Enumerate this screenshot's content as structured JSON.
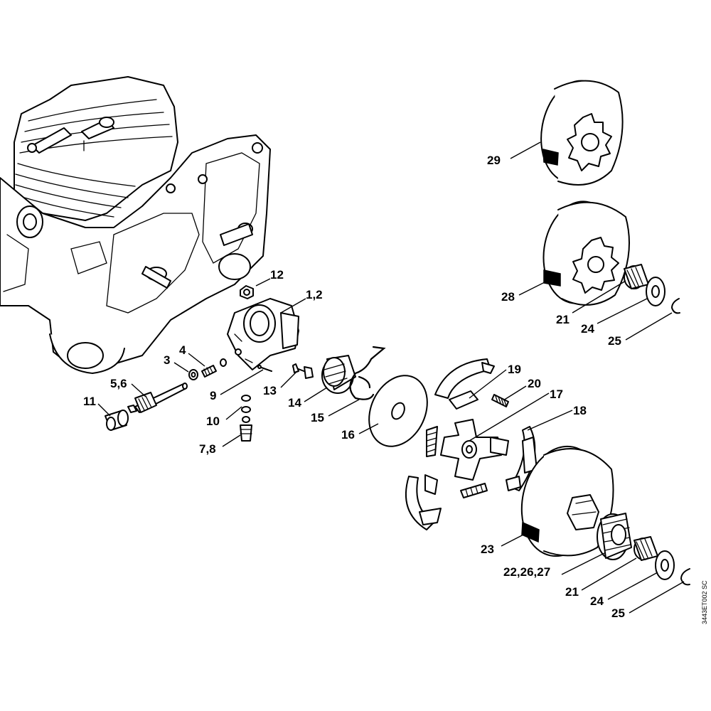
{
  "drawing_id": "3443ET002 SC",
  "callouts": [
    {
      "key": "c29",
      "label": "29"
    },
    {
      "key": "c28",
      "label": "28"
    },
    {
      "key": "c21a",
      "label": "21"
    },
    {
      "key": "c24a",
      "label": "24"
    },
    {
      "key": "c25a",
      "label": "25"
    },
    {
      "key": "c12",
      "label": "12"
    },
    {
      "key": "c1_2",
      "label": "1,2"
    },
    {
      "key": "c3",
      "label": "3"
    },
    {
      "key": "c4",
      "label": "4"
    },
    {
      "key": "c5_6",
      "label": "5,6"
    },
    {
      "key": "c11",
      "label": "11"
    },
    {
      "key": "c9",
      "label": "9"
    },
    {
      "key": "c13",
      "label": "13"
    },
    {
      "key": "c10",
      "label": "10"
    },
    {
      "key": "c7_8",
      "label": "7,8"
    },
    {
      "key": "c14",
      "label": "14"
    },
    {
      "key": "c15",
      "label": "15"
    },
    {
      "key": "c16",
      "label": "16"
    },
    {
      "key": "c19",
      "label": "19"
    },
    {
      "key": "c20",
      "label": "20"
    },
    {
      "key": "c17",
      "label": "17"
    },
    {
      "key": "c18",
      "label": "18"
    },
    {
      "key": "c23",
      "label": "23"
    },
    {
      "key": "c22_26_27",
      "label": "22,26,27"
    },
    {
      "key": "c21b",
      "label": "21"
    },
    {
      "key": "c24b",
      "label": "24"
    },
    {
      "key": "c25b",
      "label": "25"
    }
  ]
}
